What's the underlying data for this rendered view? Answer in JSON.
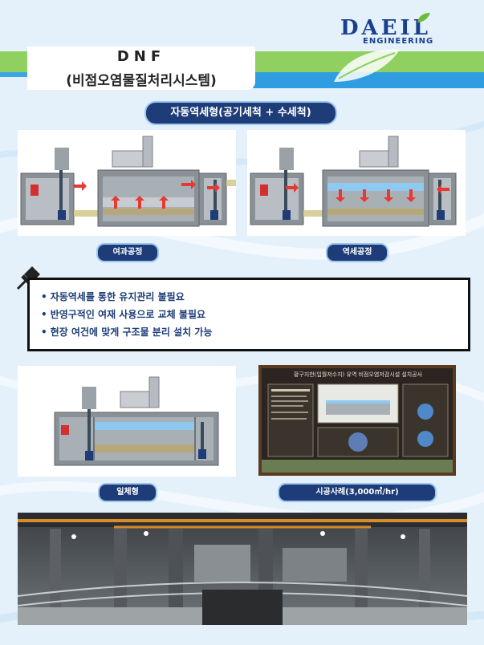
{
  "logo": {
    "name": "DAEIL",
    "sub": "ENGINEERING"
  },
  "title": {
    "line1": "DNF",
    "line2": "(비점오염물질처리시스템)"
  },
  "subtitle": "자동역세형(공기세척 + 수세척)",
  "diagrams": {
    "filtration_label": "여과공정",
    "backwash_label": "역세공정",
    "integrated_label": "일체형",
    "case_label": "시공사례(3,000㎥/hr)"
  },
  "bullets": [
    "자동역세를 통한 유지관리 불필요",
    "반영구적인 여재 사용으로 교체 불필요",
    "현장 여건에 맞게 구조물 분리 설치 가능"
  ],
  "signboard_title": "황구지천(입월저수지) 유역 비점오염저감시설 설치공사",
  "colors": {
    "navy": "#1d3c78",
    "green": "#8fd061",
    "blue": "#2f9de0",
    "arrow": "#e53935"
  }
}
